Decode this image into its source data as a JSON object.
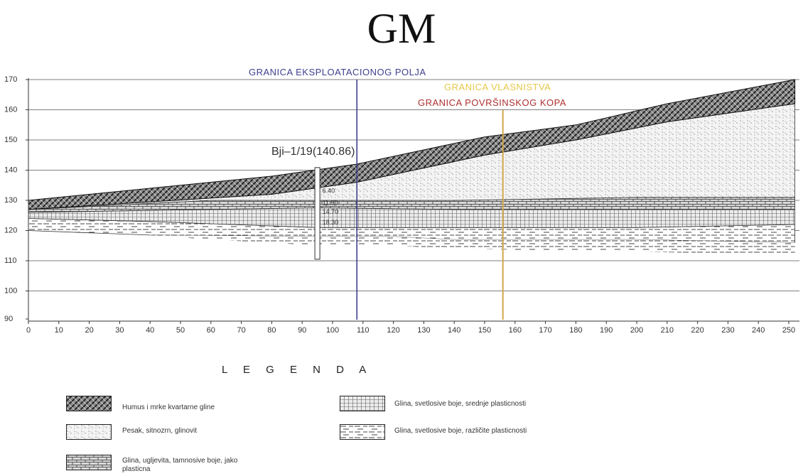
{
  "title": "GM",
  "axes": {
    "y_ticks": [
      "170",
      "160",
      "150",
      "140",
      "130",
      "120",
      "110",
      "100",
      "90"
    ],
    "x_ticks": [
      "0",
      "10",
      "20",
      "30",
      "40",
      "50",
      "60",
      "70",
      "80",
      "90",
      "100",
      "110",
      "120",
      "130",
      "140",
      "150",
      "160",
      "170",
      "180",
      "190",
      "200",
      "210",
      "220",
      "230",
      "240",
      "250"
    ]
  },
  "boundaries": {
    "exploitation_field": {
      "label": "GRANICA EKSPLOATACIONOG POLJA",
      "color": "#3f3f8f",
      "x": 108
    },
    "ownership": {
      "label": "GRANICA VLASNISTVA",
      "color": "#e6c94a"
    },
    "open_pit": {
      "label": "GRANICA POVRŠINSKOG KOPA",
      "color": "#b03030",
      "x": 156
    },
    "ownership_line_color": "#d2a64a"
  },
  "borehole": {
    "label": "Bji–1/19(140.86)",
    "depths": [
      "6.40",
      "11.90",
      "14.70",
      "18.30"
    ]
  },
  "chart_data": {
    "type": "geological-cross-section",
    "x_range": [
      0,
      252
    ],
    "y_range": [
      90,
      170
    ],
    "ground_surface": [
      [
        0,
        130
      ],
      [
        80,
        138
      ],
      [
        108,
        142
      ],
      [
        150,
        151
      ],
      [
        180,
        155
      ],
      [
        210,
        162
      ],
      [
        252,
        170
      ]
    ],
    "humus_base": [
      [
        0,
        127
      ],
      [
        80,
        132
      ],
      [
        108,
        136
      ],
      [
        150,
        145
      ],
      [
        180,
        150
      ],
      [
        210,
        156
      ],
      [
        252,
        162
      ]
    ],
    "borehole_x": 95
  },
  "legend": {
    "title": "L E G E N D A",
    "items": [
      {
        "label": "Humus i mrke kvartarne gline"
      },
      {
        "label": "Glina, svetlosive boje, srednje plasticnosti"
      },
      {
        "label": "Pesak, sitnozrn, glinovit"
      },
      {
        "label": "Glina, svetlosive boje, različite plasticnosti"
      },
      {
        "label": "Glina, ugljevita, tamnosive boje, jako plasticna"
      }
    ]
  }
}
